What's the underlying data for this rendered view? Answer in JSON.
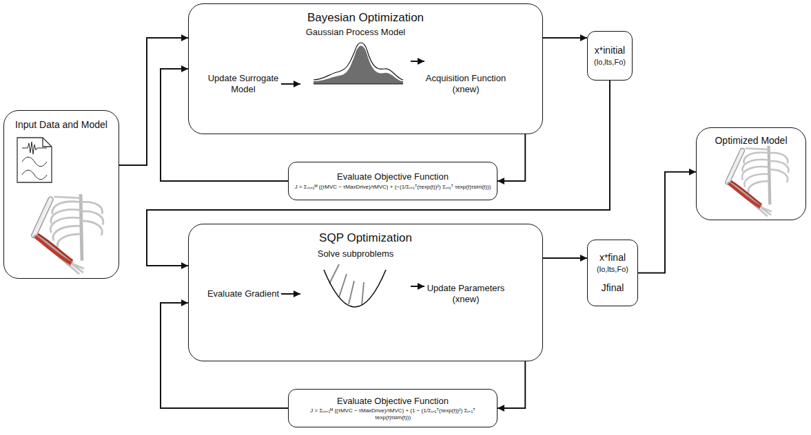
{
  "diagram": {
    "nodes": [
      {
        "text": [
          "Input Data and Model"
        ]
      },
      {
        "text": [
          "Bayesian Optimization"
        ]
      },
      {
        "text": [
          "Update Surrogate Model"
        ],
        "in": 1
      },
      {
        "text": [
          "Gaussian Process Model"
        ],
        "in": 1
      },
      {
        "text": [
          "Acquisition Function (xnew)"
        ],
        "in": 1
      },
      {
        "text": [
          "Evaluate Objective Function",
          "J = Σₘ₌₁ᴹ ((τMVC − τMaxDrive)/τMVC) + (−(1/Σₜ₌₁ᵀ(τexp(t))²) Σₜ₌₁ᵀ τexp(t)τsim(t)))"
        ]
      },
      {
        "text": [
          "x*initial",
          "(lo,lts,Fo)"
        ]
      },
      {
        "text": [
          "SQP Optimization"
        ]
      },
      {
        "text": [
          "Evaluate Gradient"
        ],
        "in": 7
      },
      {
        "text": [
          "Solve subproblems"
        ],
        "in": 7
      },
      {
        "text": [
          "Update Parameters (xnew)"
        ],
        "in": 7
      },
      {
        "text": [
          "Evaluate Objective Function",
          "J = Σₘ₌₁ᴹ ((τMVC − τMaxDrive)/τMVC) + (1 − (1/Σₜ₌₁ᵀ(τexp(t))²) Σₜ₌₁ᵀ τexp(t)τsim(t)))"
        ]
      },
      {
        "text": [
          "x*final",
          "(lo,lts,Fo)",
          "Jfinal"
        ]
      },
      {
        "text": [
          "Optimized Model"
        ]
      }
    ],
    "edges": [
      {
        "from": 0,
        "to": 1,
        "arrow": "to"
      },
      {
        "from": 2,
        "to": 3,
        "arrow": "to"
      },
      {
        "from": 3,
        "to": 4,
        "arrow": "to"
      },
      {
        "from": 1,
        "to": 6,
        "arrow": "to"
      },
      {
        "from": 1,
        "to": 5,
        "arrow": "to"
      },
      {
        "from": 5,
        "to": 1,
        "arrow": "to"
      },
      {
        "from": 6,
        "to": 7,
        "arrow": "to"
      },
      {
        "from": 8,
        "to": 9,
        "arrow": "to"
      },
      {
        "from": 9,
        "to": 10,
        "arrow": "to"
      },
      {
        "from": 7,
        "to": 11,
        "arrow": "to"
      },
      {
        "from": 11,
        "to": 7,
        "arrow": "to"
      },
      {
        "from": 7,
        "to": 12,
        "arrow": "to"
      },
      {
        "from": 12,
        "to": 13,
        "arrow": "to"
      }
    ]
  }
}
